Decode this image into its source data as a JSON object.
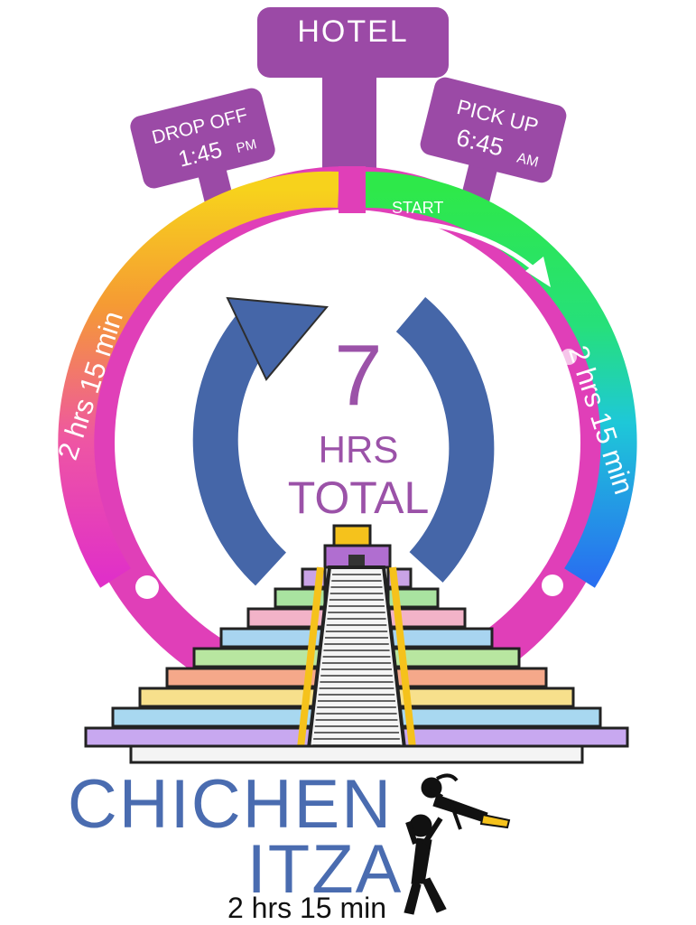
{
  "hotel_sign": {
    "label": "HOTEL"
  },
  "dropoff_sign": {
    "line1": "DROP OFF",
    "time": "1:45",
    "ampm": "PM"
  },
  "pickup_sign": {
    "line1": "PICK UP",
    "time": "6:45",
    "ampm": "AM"
  },
  "ring": {
    "start_label": "START",
    "left_segment_label": "2 hrs 15 min",
    "right_segment_label": "2 hrs 15 min"
  },
  "center": {
    "number": "7",
    "line1": "HRS",
    "line2": "TOTAL"
  },
  "destination": {
    "name_line1": "CHICHEN",
    "name_line2": "ITZA",
    "duration": "2 hrs 15 min"
  },
  "colors": {
    "purple": "#9b4aa6",
    "magenta": "#e03fb8",
    "blue_arrow": "#4566a8",
    "title_blue": "#4a6cb0",
    "center_text": "#9b52a8",
    "yellow": "#f5c21c",
    "green": "#22e35a",
    "cyan": "#1ec4e0",
    "blue": "#2a7af0"
  },
  "icons": [
    "hotel-signpost",
    "clock-ring",
    "circular-arrow-icon",
    "pyramid-illustration",
    "parent-child-silhouette-icon"
  ]
}
